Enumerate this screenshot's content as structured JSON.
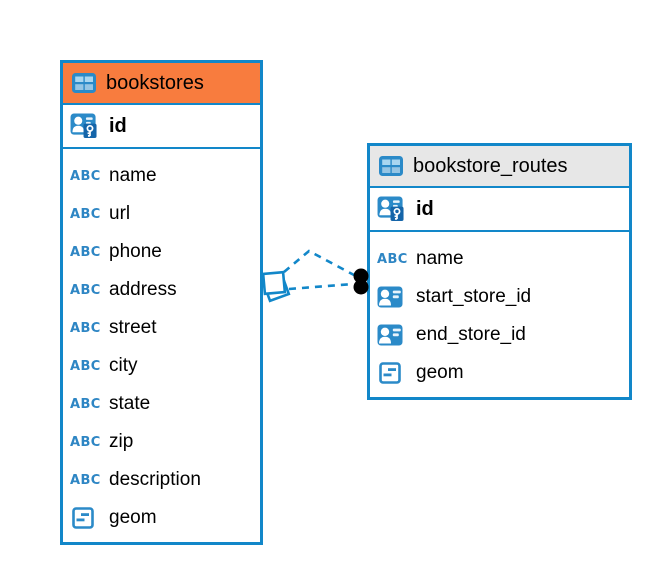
{
  "diagram": {
    "icons": {
      "text_type_glyph": "ABC",
      "table_icon": "table-grid-icon",
      "primary_key_icon": "person-key-icon",
      "reference_icon": "person-card-icon",
      "geometry_icon": "geometry-square-icon"
    },
    "colors": {
      "table_border": "#1287c9",
      "bookstores_header": "#f87c3e",
      "routes_header": "#e7e7e7",
      "icon_blue": "#2b8ac8",
      "icon_dark_blue": "#1565a9",
      "connector_blue": "#1287c9",
      "connector_endpoint_black": "#000000",
      "text": "#000000"
    },
    "connector": {
      "style": "dashed",
      "from_table": "bookstores",
      "to_table": "bookstore_routes"
    },
    "tables": [
      {
        "title": "bookstores",
        "primary_key": "id",
        "columns": [
          {
            "label": "name",
            "type": "text"
          },
          {
            "label": "url",
            "type": "text"
          },
          {
            "label": "phone",
            "type": "text"
          },
          {
            "label": "address",
            "type": "text"
          },
          {
            "label": "street",
            "type": "text"
          },
          {
            "label": "city",
            "type": "text"
          },
          {
            "label": "state",
            "type": "text"
          },
          {
            "label": "zip",
            "type": "text"
          },
          {
            "label": "description",
            "type": "text"
          },
          {
            "label": "geom",
            "type": "geometry"
          }
        ]
      },
      {
        "title": "bookstore_routes",
        "primary_key": "id",
        "columns": [
          {
            "label": "name",
            "type": "text"
          },
          {
            "label": "start_store_id",
            "type": "reference"
          },
          {
            "label": "end_store_id",
            "type": "reference"
          },
          {
            "label": "geom",
            "type": "geometry"
          }
        ]
      }
    ]
  }
}
